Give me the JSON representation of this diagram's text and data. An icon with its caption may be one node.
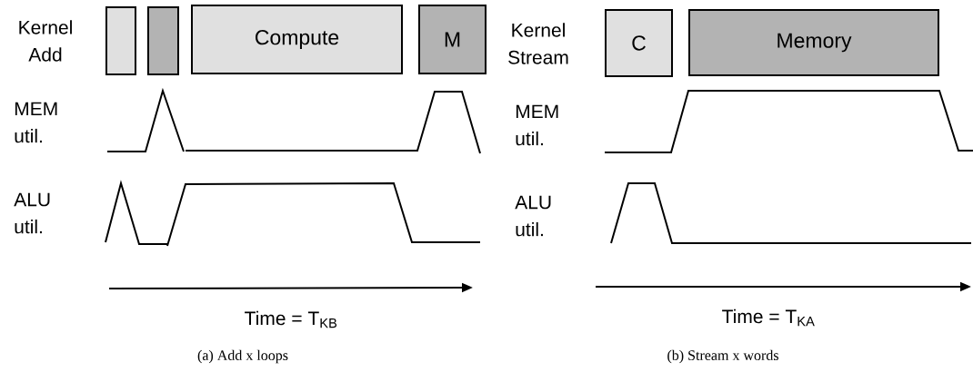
{
  "diagram": {
    "nodes": [
      {
        "text": [],
        "shape": "box"
      },
      {
        "text": [],
        "shape": "box"
      },
      {
        "text": [
          "Compute"
        ]
      },
      {
        "text": [
          "M"
        ]
      },
      {
        "text": [
          "C"
        ]
      },
      {
        "text": [
          "Memory"
        ]
      }
    ],
    "labels": [
      "Kernel Add",
      "MEM util.",
      "ALU util.",
      "Time = T$_{KB}$",
      "(a) Add x loops",
      "Kernel Stream",
      "MEM util.",
      "ALU util.",
      "Time = T$_{KA}$",
      "(b) Stream x words"
    ]
  }
}
